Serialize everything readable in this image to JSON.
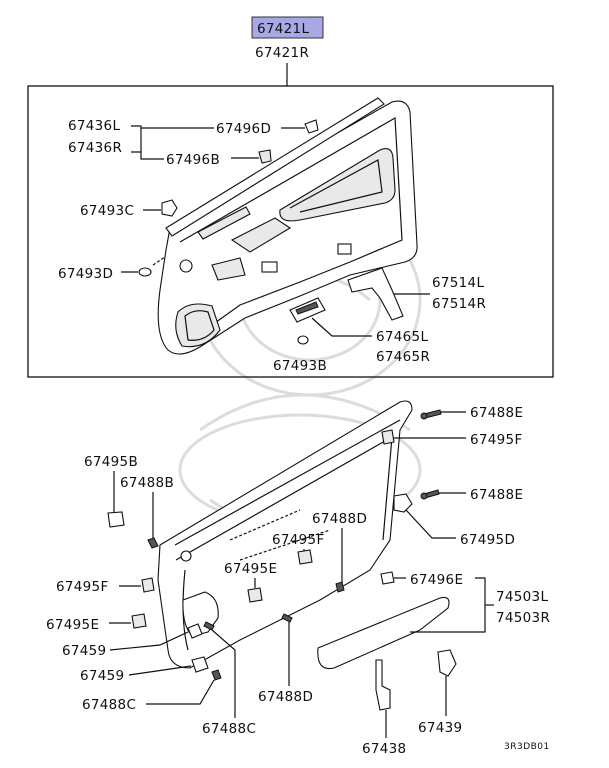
{
  "diagram": {
    "header": {
      "highlight_label": "67421L",
      "sub_label": "67421R"
    },
    "parts": {
      "p67436L": "67436L",
      "p67436R": "67436R",
      "p67496D": "67496D",
      "p67496B": "67496B",
      "p67493C": "67493C",
      "p67493D": "67493D",
      "p67514L": "67514L",
      "p67514R": "67514R",
      "p67465L": "67465L",
      "p67465R": "67465R",
      "p67493B": "67493B",
      "p67488E_top": "67488E",
      "p67495F_right": "67495F",
      "p67488E_mid": "67488E",
      "p67495D": "67495D",
      "p67495B": "67495B",
      "p67488B": "67488B",
      "p67488D_top": "67488D",
      "p67495F_mid": "67495F",
      "p67495E_mid": "67495E",
      "p67496E": "67496E",
      "p74503L": "74503L",
      "p74503R": "74503R",
      "p67495F_left": "67495F",
      "p67495E_left": "67495E",
      "p67459_a": "67459",
      "p67459_b": "67459",
      "p67488C_left": "67488C",
      "p67488D_bottom": "67488D",
      "p67488C_bottom": "67488C",
      "p67439": "67439",
      "p67438": "67438"
    },
    "code": "3R3DB01"
  },
  "colors": {
    "highlight_fill": "#a8a8e6",
    "line": "#111111",
    "watermark": "#dcdcdc"
  }
}
